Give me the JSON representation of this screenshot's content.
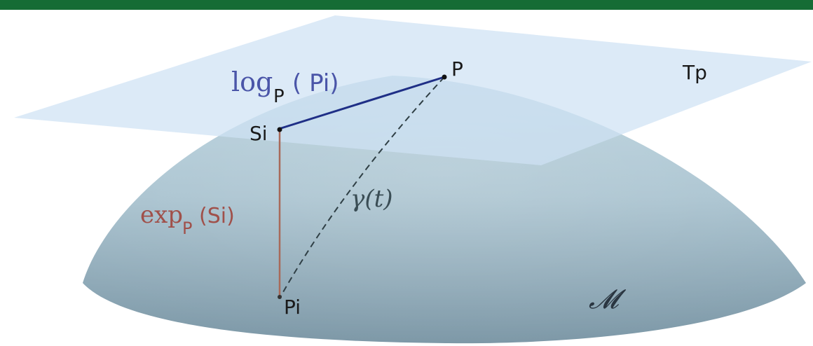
{
  "colors": {
    "top_band": "#156c35",
    "tangent_plane": "#d2e4f4",
    "manifold_top": "#b2ccd9",
    "manifold_bottom": "#7f9aa9",
    "log_segment": "#1f2f86",
    "exp_segment": "#a86a5a",
    "geodesic": "#2f3f45",
    "log_label": "#4a55a8",
    "exp_label": "#a0504a",
    "text_dark": "#1a1a1a",
    "gamma_label": "#3a4d55"
  },
  "labels": {
    "log_main": "log",
    "log_sub": "P",
    "log_arg": "( Pi)",
    "point_p": "P",
    "tangent_space": "Tp",
    "point_si": "Si",
    "gamma": "γ(t)",
    "exp_main": "exp",
    "exp_sub": "P",
    "exp_arg": "(Si)",
    "point_pi": "Pi",
    "manifold": "𝓜"
  }
}
